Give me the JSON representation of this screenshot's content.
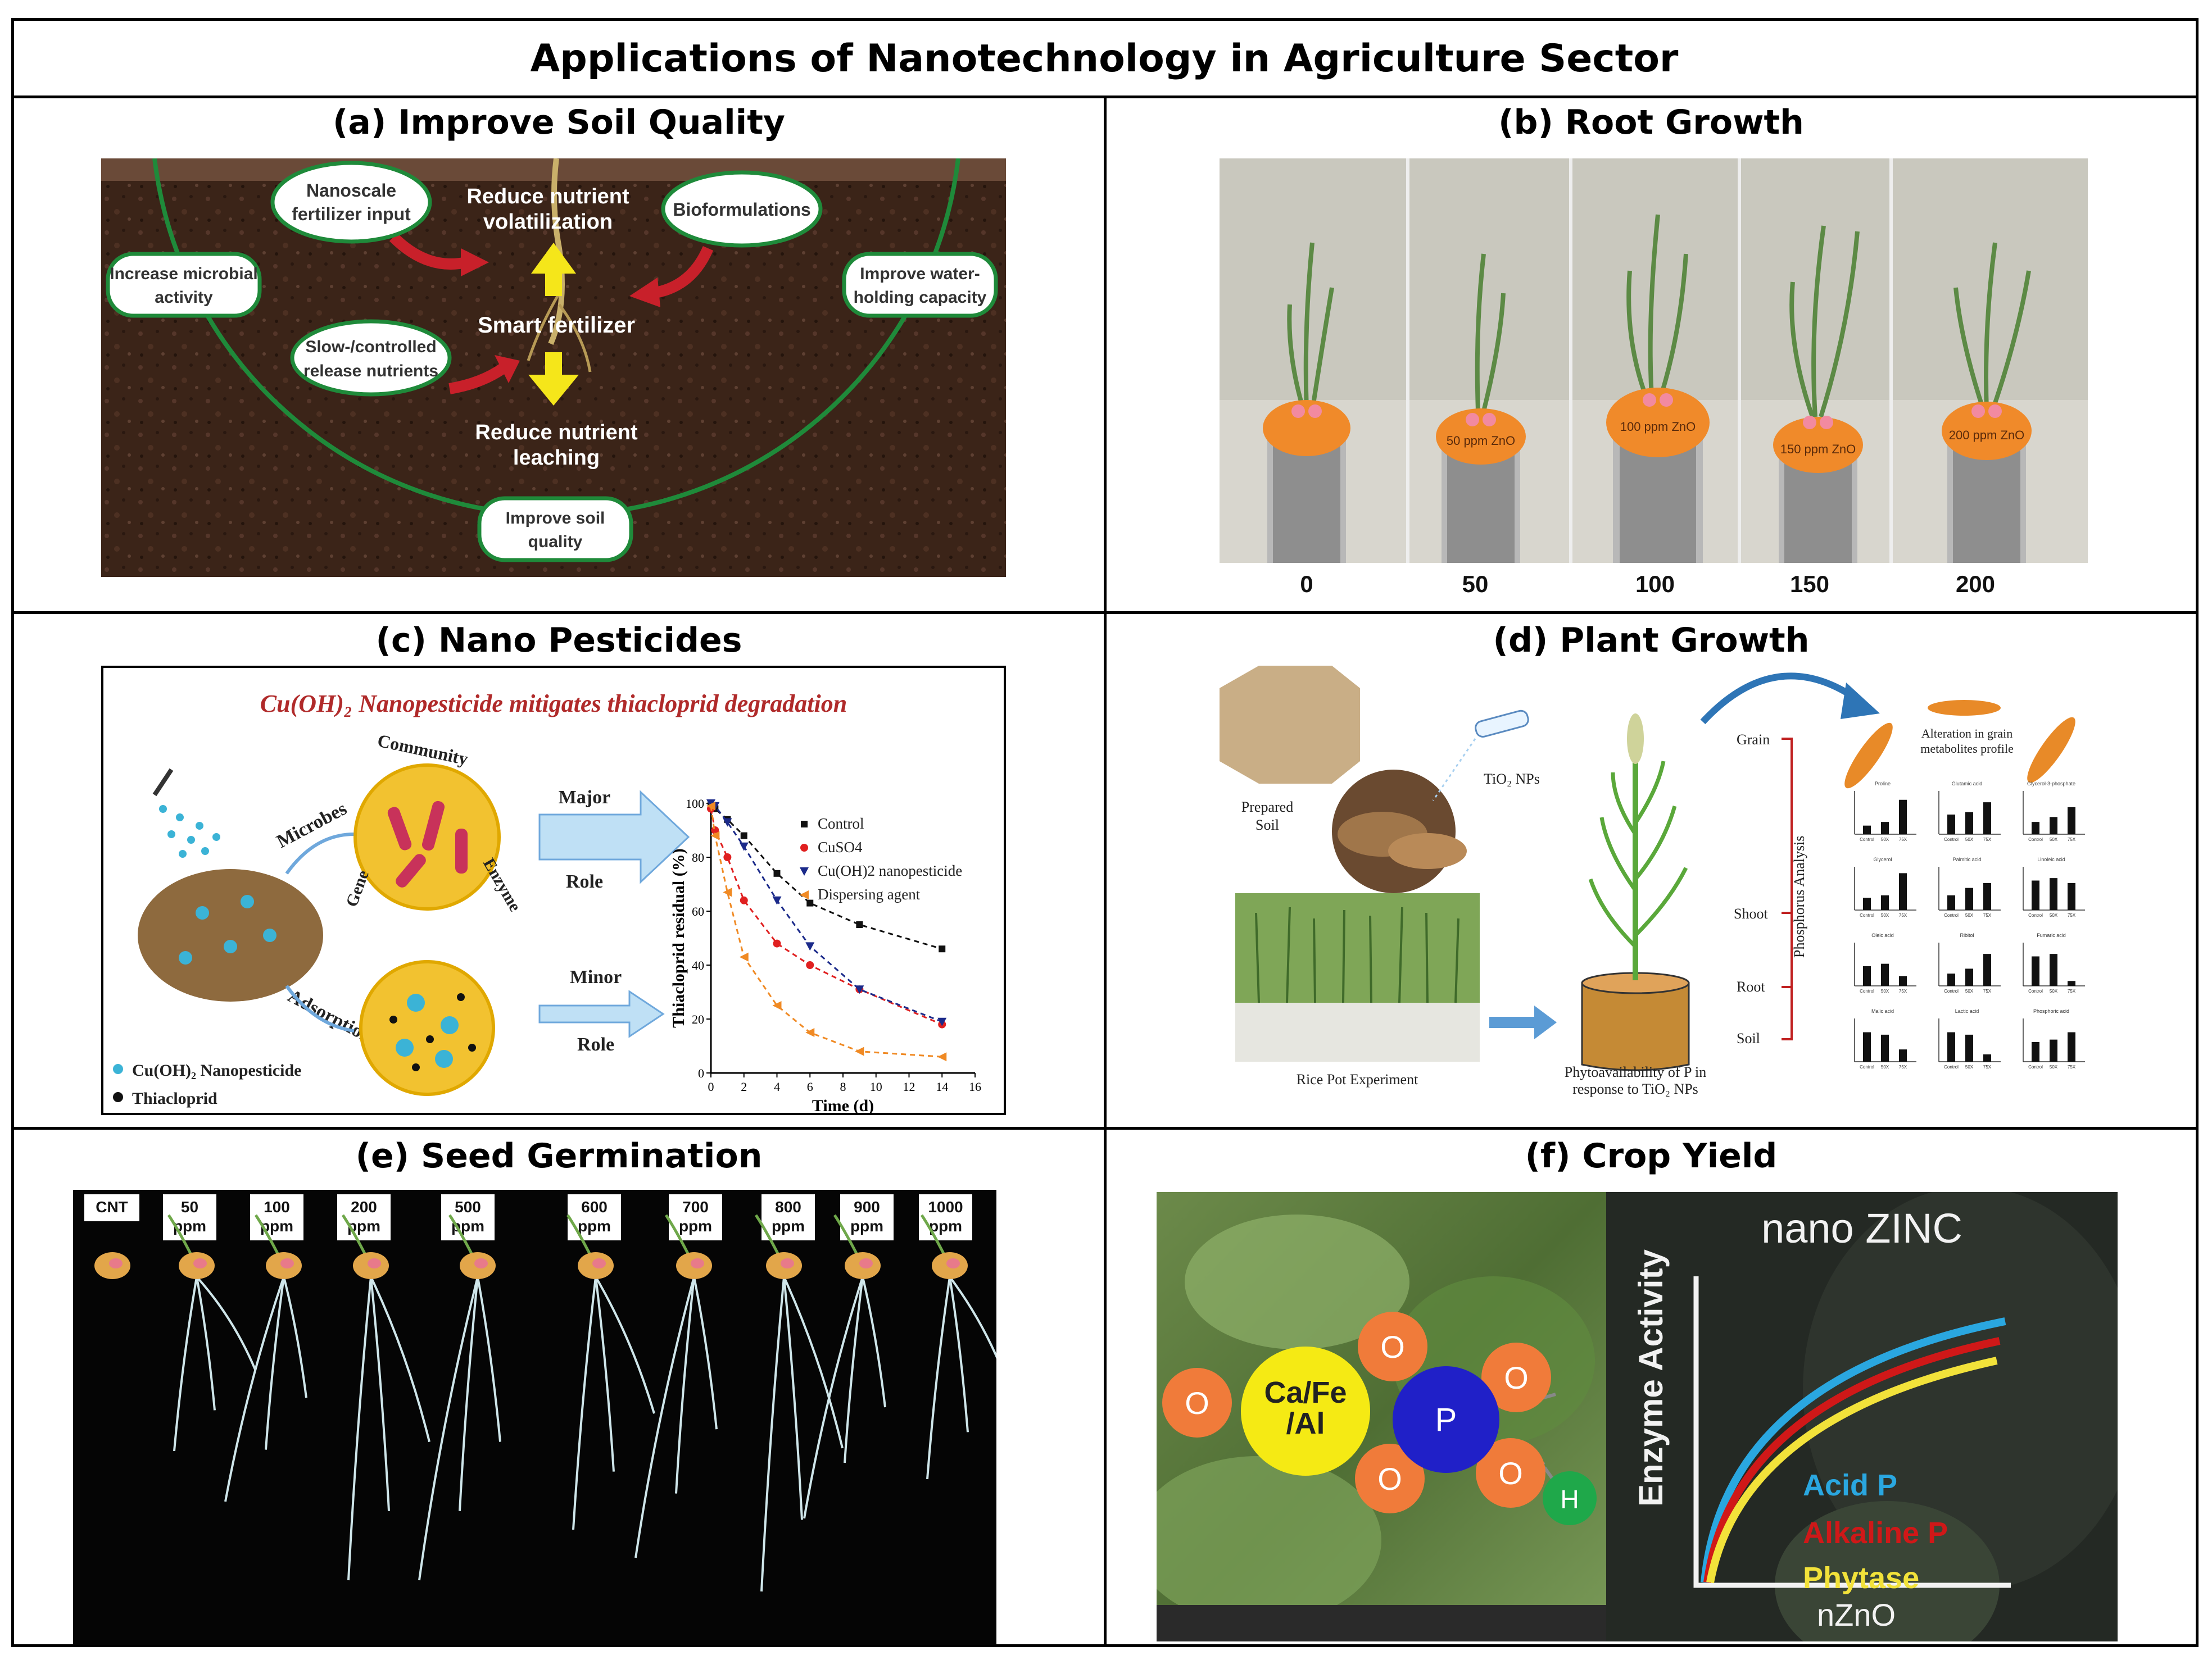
{
  "title": "Applications of Nanotechnology in Agriculture Sector",
  "panels": {
    "a": {
      "title": "(a) Improve Soil Quality",
      "labels": {
        "nanoscale_1": "Nanoscale",
        "nanoscale_2": "fertilizer input",
        "volat_1": "Reduce nutrient",
        "volat_2": "volatilization",
        "biof": "Bioformulations",
        "micro_1": "Increase microbial",
        "micro_2": "activity",
        "water_1": "Improve water-",
        "water_2": "holding capacity",
        "smart": "Smart fertilizer",
        "slow_1": "Slow-/controlled",
        "slow_2": "release nutrients",
        "leach_1": "Reduce nutrient",
        "leach_2": "leaching",
        "soil_1": "Improve soil",
        "soil_2": "quality"
      }
    },
    "b": {
      "title": "(b) Root Growth",
      "x_labels": [
        "0",
        "50",
        "100",
        "150",
        "200"
      ],
      "cap_labels": [
        "",
        "50 ppm ZnO",
        "100 ppm ZnO",
        "150 ppm ZnO",
        "200 ppm ZnO"
      ]
    },
    "c": {
      "title": "(c) Nano Pesticides",
      "heading": "Cu(OH)₂ Nanopesticide mitigates thiacloprid degradation",
      "microbes": "Microbes",
      "community": "Community",
      "gene": "Gene",
      "enzyme": "Enzyme",
      "adsorption": "Adsorption",
      "major": "Major",
      "minor": "Minor",
      "role": "Role",
      "legend_left": [
        "Cu(OH)₂ Nanopesticide",
        "Thiacloprid"
      ],
      "colors": {
        "cu": "#3bb3d6",
        "thia": "#111111"
      }
    },
    "d": {
      "title": "(d) Plant Growth",
      "prepared_soil_1": "Prepared",
      "prepared_soil_2": "Soil",
      "tio2": "TiO₂ NPs",
      "grain": "Grain",
      "shoot": "Shoot",
      "root": "Root",
      "soil": "Soil",
      "phos": "Phosphorus Analysis",
      "alteration_1": "Alteration in grain",
      "alteration_2": "metabolites profile",
      "rice_pot": "Rice Pot Experiment",
      "phyto_1": "Phytoavailability of P in",
      "phyto_2": "response to TiO₂ NPs",
      "mini_titles": [
        "Proline",
        "Glutamic acid",
        "Glycerol-3-phosphate",
        "Glycerol",
        "Palmitic acid",
        "Linoleic acid",
        "Oleic acid",
        "Ribitol",
        "Fumaric acid",
        "Malic acid",
        "Lactic acid",
        "Phosphoric acid"
      ],
      "mini_x": [
        "Control",
        "50X",
        "75X"
      ]
    },
    "e": {
      "title": "(e) Seed Germination",
      "tags": [
        {
          "l1": "CNT",
          "l2": ""
        },
        {
          "l1": "50",
          "l2": "ppm"
        },
        {
          "l1": "100",
          "l2": "ppm"
        },
        {
          "l1": "200",
          "l2": "ppm"
        },
        {
          "l1": "500",
          "l2": "ppm"
        },
        {
          "l1": "600",
          "l2": "ppm"
        },
        {
          "l1": "700",
          "l2": "ppm"
        },
        {
          "l1": "800",
          "l2": "ppm"
        },
        {
          "l1": "900",
          "l2": "ppm"
        },
        {
          "l1": "1000",
          "l2": "ppm"
        }
      ]
    },
    "f": {
      "title": "(f) Crop Yield",
      "nano_zinc": "nano ZINC",
      "enzyme_activity": "Enzyme Activity",
      "nzno": "nZnO",
      "ca_fe_1": "Ca/Fe",
      "ca_fe_2": "/Al",
      "p": "P",
      "o": "O",
      "h": "H",
      "curves": [
        {
          "name": "Acid P",
          "color": "#2aa7e0"
        },
        {
          "name": "Alkaline P",
          "color": "#d01818"
        },
        {
          "name": "Phytase",
          "color": "#f2e23a"
        }
      ]
    }
  },
  "chart_data": [
    {
      "type": "scatter",
      "xlabel": "Time (d)",
      "ylabel": "Thiacloprid residual (%)",
      "xlim": [
        0,
        16
      ],
      "ylim": [
        0,
        100
      ],
      "x_ticks": [
        0,
        2,
        4,
        6,
        8,
        10,
        12,
        14,
        16
      ],
      "y_ticks": [
        0,
        20,
        40,
        60,
        80,
        100
      ],
      "legend_placement": "top-right",
      "series": [
        {
          "name": "Control",
          "color": "#111111",
          "marker": "square",
          "x": [
            0,
            0.25,
            1,
            2,
            4,
            6,
            9,
            14
          ],
          "y": [
            100,
            98,
            94,
            88,
            74,
            63,
            55,
            46
          ]
        },
        {
          "name": "CuSO4",
          "color": "#e02020",
          "marker": "circle",
          "x": [
            0,
            0.25,
            1,
            2,
            4,
            6,
            9,
            14
          ],
          "y": [
            98,
            90,
            80,
            64,
            48,
            40,
            31,
            18
          ]
        },
        {
          "name": "Cu(OH)2 nanopesticide",
          "color": "#1b2a8a",
          "marker": "triangle-down",
          "x": [
            0,
            0.25,
            1,
            2,
            4,
            6,
            9,
            14
          ],
          "y": [
            100,
            99,
            93,
            84,
            64,
            47,
            31,
            19
          ]
        },
        {
          "name": "Dispersing agent",
          "color": "#f08a24",
          "marker": "triangle-left",
          "x": [
            0,
            0.25,
            1,
            2,
            4,
            6,
            9,
            14
          ],
          "y": [
            99,
            88,
            67,
            43,
            25,
            15,
            8,
            6
          ]
        }
      ]
    },
    {
      "type": "bar",
      "title": "Proline",
      "categories": [
        "Control",
        "50X",
        "75X"
      ],
      "series": [
        {
          "values": [
            0.4,
            0.55,
            1.4
          ]
        }
      ]
    },
    {
      "type": "line",
      "xlabel": "nZnO",
      "ylabel": "Enzyme Activity",
      "series": [
        {
          "name": "Acid P"
        },
        {
          "name": "Alkaline P"
        },
        {
          "name": "Phytase"
        }
      ]
    }
  ]
}
